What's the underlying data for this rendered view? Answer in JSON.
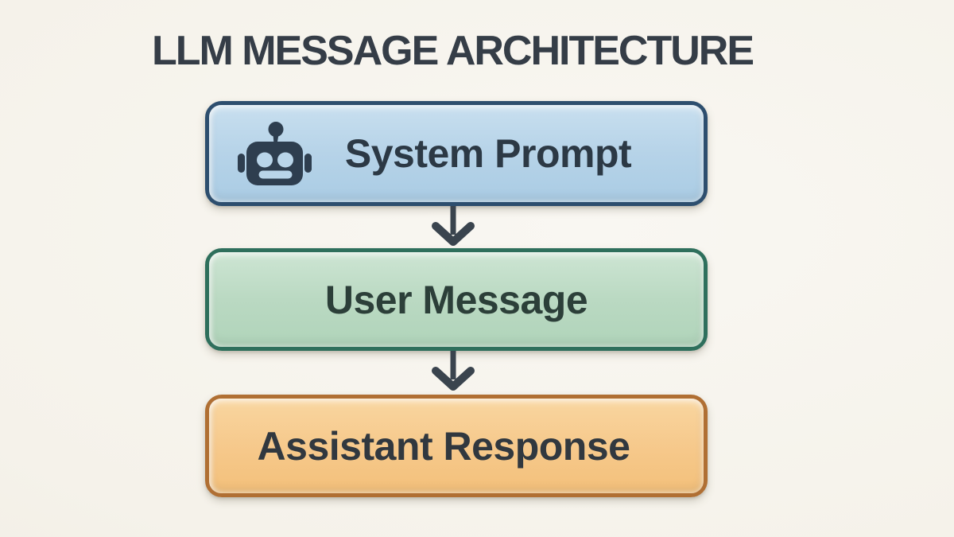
{
  "title": "LLM MESSAGE ARCHITECTURE",
  "diagram": {
    "type": "flowchart",
    "direction": "top-down",
    "nodes": [
      {
        "id": "system-prompt",
        "label": "System Prompt",
        "icon": "robot-icon",
        "fill": "#b6d3e8",
        "border_color": "#2d4e6e",
        "text_color": "#2c3945"
      },
      {
        "id": "user-message",
        "label": "User Message",
        "fill": "#bad9c2",
        "border_color": "#2e6f5c",
        "text_color": "#2c3f39"
      },
      {
        "id": "assistant-response",
        "label": "Assistant Response",
        "fill": "#f6c98c",
        "border_color": "#b06f33",
        "text_color": "#31383f"
      }
    ],
    "connections": [
      {
        "from": "system-prompt",
        "to": "user-message",
        "style": "arrow-down"
      },
      {
        "from": "user-message",
        "to": "assistant-response",
        "style": "arrow-down"
      }
    ],
    "colors": {
      "background": "#f5f2ea",
      "title": "#353d47",
      "arrow": "#3a444e",
      "robot_icon": "#2e3e4f"
    }
  }
}
